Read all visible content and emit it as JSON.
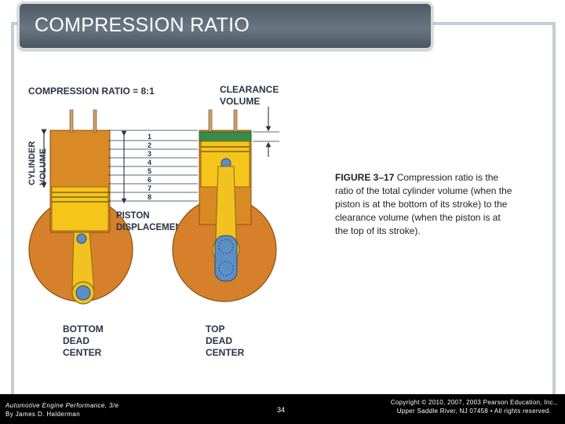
{
  "slide": {
    "title": "COMPRESSION RATIO",
    "accent": "#5a6773",
    "frame_color": "#c6ccd3"
  },
  "figure": {
    "ratio_label": "COMPRESSION RATIO = 8:1",
    "clearance_label_1": "CLEARANCE",
    "clearance_label_2": "VOLUME",
    "cylinder_label_1": "CYLINDER",
    "cylinder_label_2": "VOLUME",
    "piston_label_1": "PISTON",
    "piston_label_2": "DISPLACEMENT",
    "divisions": [
      "1",
      "2",
      "3",
      "4",
      "5",
      "6",
      "7",
      "8"
    ],
    "left_caption": [
      "BOTTOM",
      "DEAD",
      "CENTER"
    ],
    "right_caption": [
      "TOP",
      "DEAD",
      "CENTER"
    ],
    "colors": {
      "cylinder": "#d98a24",
      "piston": "#f6c51b",
      "crankcase": "#d6802c",
      "rod": "#f2c320",
      "pin": "#5b8fc6",
      "clearance": "#3a8a4a",
      "label": "#2a3447"
    }
  },
  "caption": {
    "figure_label": "FIGURE 3–17",
    "text": " Compression ratio is the ratio of the total cylinder volume (when the piston is at the bottom of its stroke) to the clearance volume (when the piston is at the top of its stroke)."
  },
  "footer": {
    "book_title": "Automotive Engine Performance, 3/e",
    "author": "By James D. Halderman",
    "page_number": "34",
    "copyright_1": "Copyright © 2010, 2007, 2003 Pearson Education, Inc.,",
    "copyright_2": "Upper Saddle River, NJ 07458 • All rights reserved."
  }
}
